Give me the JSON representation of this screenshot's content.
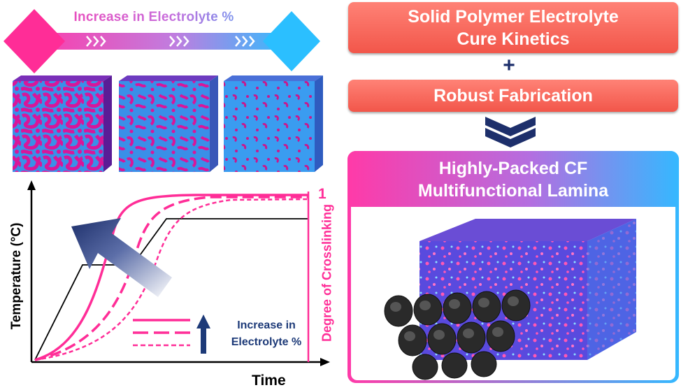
{
  "top_arrow": {
    "label": "Increase in Electrolyte %"
  },
  "chart": {
    "ylabel": "Temperature (°C)",
    "xlabel": "Time",
    "right_label": "Degree of Crosslinking",
    "right_value": "1",
    "legend_text_line1": "Increase in",
    "legend_text_line2": "Electrolyte %"
  },
  "process": {
    "box1_line1": "Solid Polymer Electrolyte",
    "box1_line2": "Cure Kinetics",
    "plus": "+",
    "box2": "Robust Fabrication"
  },
  "result": {
    "title_line1": "Highly-Packed CF",
    "title_line2": "Multifunctional Lamina"
  },
  "colors": {
    "pink": "#ff2d97",
    "blue": "#2bbfff",
    "navy": "#1d2f6b",
    "salmon": "#f25c4f"
  }
}
